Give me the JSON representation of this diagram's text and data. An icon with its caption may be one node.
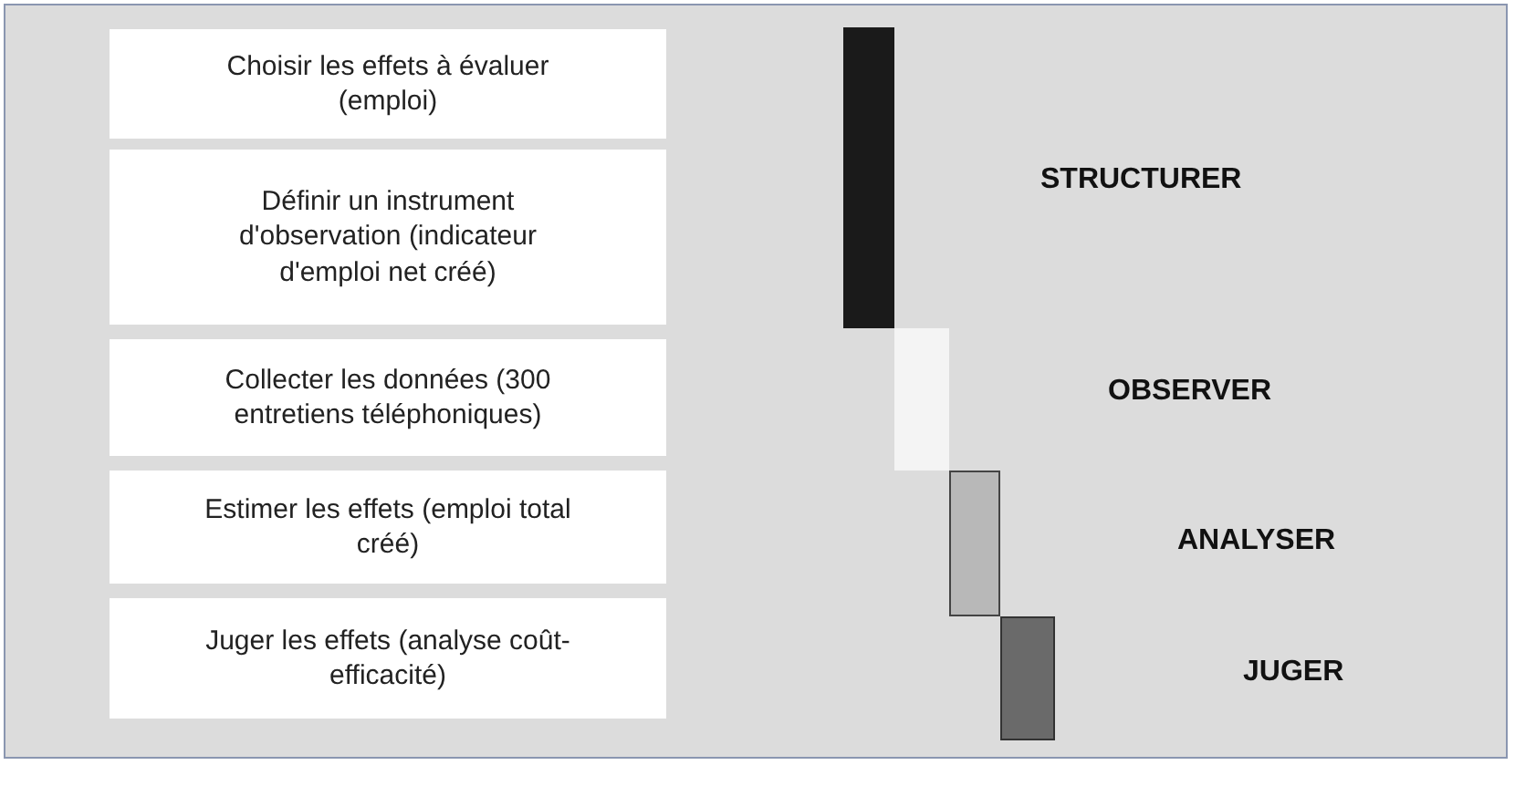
{
  "diagram": {
    "nodes": [
      {
        "text": [
          "Choisir les effets à évaluer (emploi)"
        ]
      },
      {
        "text": [
          "Définir un instrument d'observation (indicateur d'emploi net créé)"
        ]
      },
      {
        "text": [
          "Collecter les données (300 entretiens téléphoniques)"
        ]
      },
      {
        "text": [
          "Estimer les effets (emploi total créé)"
        ]
      },
      {
        "text": [
          "Juger les effets (analyse coût-efficacité)"
        ]
      },
      {
        "text": [],
        "shape": "bar"
      },
      {
        "text": [],
        "shape": "bar"
      },
      {
        "text": [],
        "shape": "bar"
      },
      {
        "text": [],
        "shape": "bar"
      }
    ],
    "labels": [
      "STRUCTURER",
      "OBSERVER",
      "ANALYSER",
      "JUGER"
    ]
  }
}
